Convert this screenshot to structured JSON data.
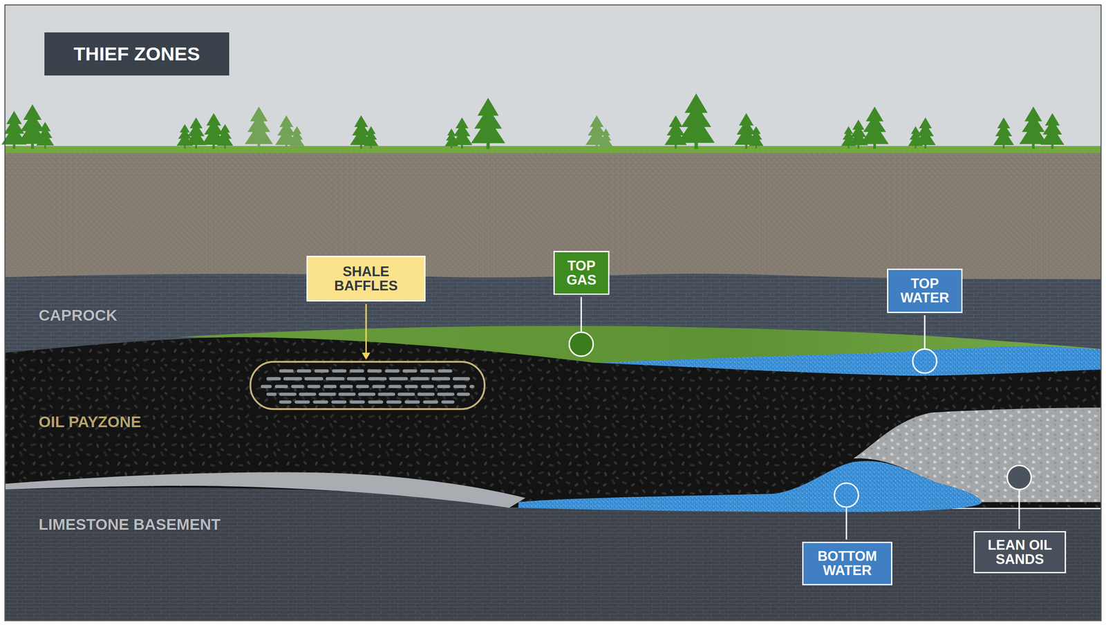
{
  "diagram": {
    "title": "THIEF ZONES",
    "nodes": [
      {
        "text": [
          "SHALE BAFFLES"
        ]
      },
      {
        "text": [
          "TOP GAS"
        ]
      },
      {
        "text": [
          "TOP WATER"
        ]
      },
      {
        "text": [
          "BOTTOM WATER"
        ]
      },
      {
        "text": [
          "LEAN OIL SANDS"
        ]
      }
    ],
    "labels": [
      "CAPROCK",
      "OIL PAYZONE",
      "LIMESTONE BASEMENT"
    ]
  }
}
